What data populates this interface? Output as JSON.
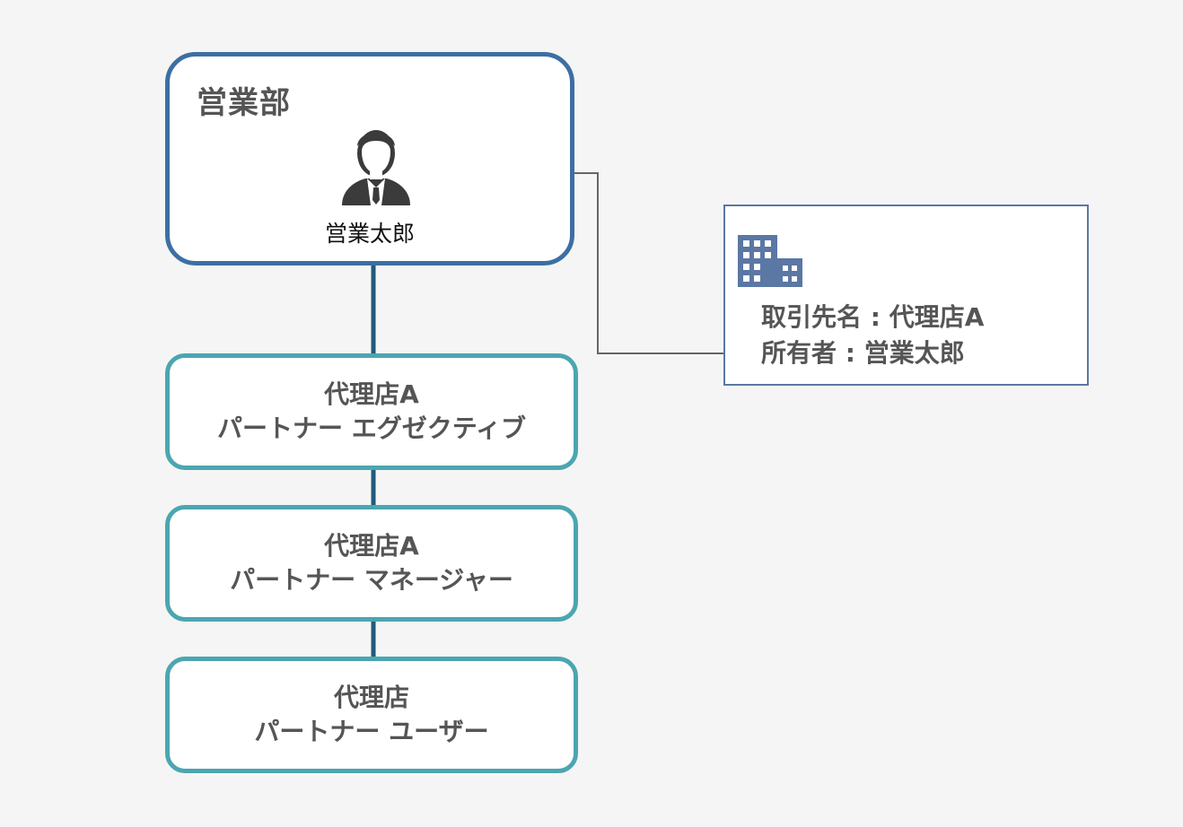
{
  "department": {
    "title": "営業部",
    "person_name": "営業太郎",
    "icon": "businessman-icon"
  },
  "partner_roles": [
    {
      "line1": "代理店A",
      "line2": "パートナー エグゼクティブ"
    },
    {
      "line1": "代理店A",
      "line2": "パートナー マネージャー"
    },
    {
      "line1": "代理店",
      "line2": "パートナー ユーザー"
    }
  ],
  "account_card": {
    "icon": "building-icon",
    "name_line": "取引先名 : 代理店A",
    "owner_line": "所有者 : 営業太郎"
  },
  "colors": {
    "department_border": "#3d6fa3",
    "partner_border": "#4ba6b0",
    "vertical_connector": "#1f5a7a",
    "account_border": "#5b77a3",
    "arrow_line": "#666666"
  }
}
